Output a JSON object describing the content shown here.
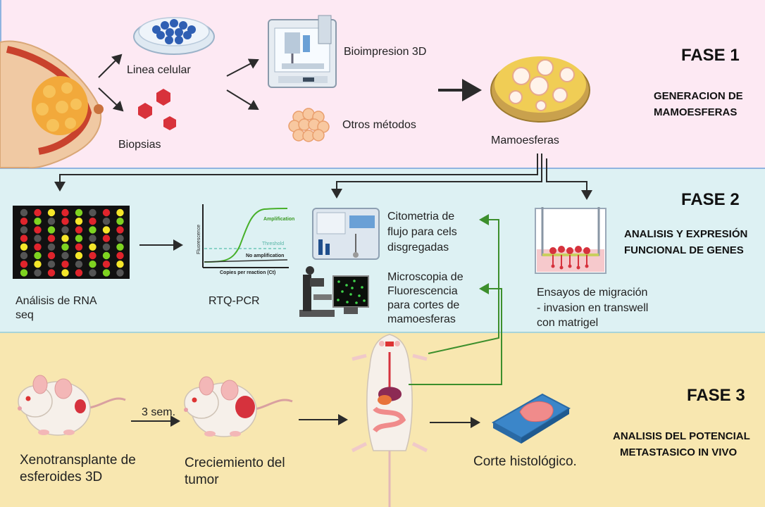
{
  "phase1": {
    "title": "FASE 1",
    "desc_line1": "GENERACION DE",
    "desc_line2": "MAMOESFERAS",
    "linea_celular": "Linea celular",
    "biopsias": "Biopsias",
    "bioimpresion": "Bioimpresion 3D",
    "otros_metodos": "Otros métodos",
    "mamoesferas": "Mamoesferas"
  },
  "phase2": {
    "title": "FASE 2",
    "desc_line1": "ANALISIS Y EXPRESIÓN",
    "desc_line2": "FUNCIONAL DE GENES",
    "rnaseq_line1": "Análisis de RNA",
    "rnaseq_line2": "seq",
    "rtqpcr": "RTQ-PCR",
    "qpcr_ylabel": "Fluorescence",
    "qpcr_xlabel": "Copies per reaction (Ct)",
    "qpcr_amp": "Amplification",
    "qpcr_threshold": "Threshold",
    "qpcr_noamp": "No amplification",
    "citometria_line1": "Citometria de",
    "citometria_line2": "flujo para cels",
    "citometria_line3": "disgregadas",
    "micro_line1": "Microscopia de",
    "micro_line2": "Fluorescencia",
    "micro_line3": "para cortes de",
    "micro_line4": "mamoesferas",
    "ensayos_line1": "Ensayos de migración",
    "ensayos_line2": "- invasion en transwell",
    "ensayos_line3": "con matrigel"
  },
  "phase3": {
    "title": "FASE 3",
    "desc_line1": "ANALISIS DEL POTENCIAL",
    "desc_line2": "METASTASICO IN VIVO",
    "xeno_line1": "Xenotransplante de",
    "xeno_line2": "esferoides 3D",
    "sem": "3 sem.",
    "crec_line1": "Creciemiento del",
    "crec_line2": "tumor",
    "corte": "Corte histológico."
  },
  "colors": {
    "band1": "#fde9f3",
    "band2": "#ddf1f3",
    "band3": "#f8e7b0",
    "arrow_dark": "#2b2b2b",
    "arrow_green": "#3c8f2c"
  },
  "heatmap": {
    "rows": [
      [
        "gray",
        "red",
        "yellow",
        "red",
        "green",
        "gray",
        "red",
        "yellow"
      ],
      [
        "red",
        "green",
        "gray",
        "red",
        "yellow",
        "red",
        "gray",
        "green"
      ],
      [
        "gray",
        "red",
        "green",
        "gray",
        "red",
        "green",
        "yellow",
        "red"
      ],
      [
        "red",
        "gray",
        "red",
        "yellow",
        "green",
        "gray",
        "red",
        "gray"
      ],
      [
        "yellow",
        "red",
        "gray",
        "green",
        "red",
        "yellow",
        "gray",
        "green"
      ],
      [
        "gray",
        "green",
        "red",
        "gray",
        "yellow",
        "red",
        "green",
        "red"
      ],
      [
        "red",
        "yellow",
        "gray",
        "red",
        "gray",
        "green",
        "red",
        "yellow"
      ],
      [
        "green",
        "gray",
        "red",
        "yellow",
        "red",
        "gray",
        "green",
        "gray"
      ]
    ]
  }
}
